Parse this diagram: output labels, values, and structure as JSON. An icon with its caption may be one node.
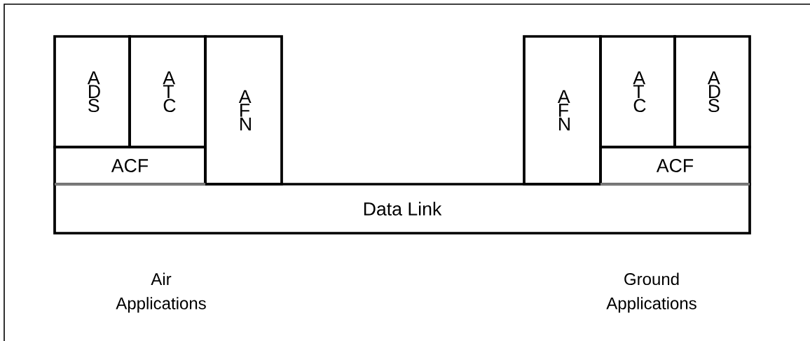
{
  "diagram": {
    "nodes": [
      {
        "text": [
          "A D S"
        ]
      },
      {
        "text": [
          "A T C"
        ]
      },
      {
        "text": [
          "ACF"
        ]
      },
      {
        "text": [
          "A F N"
        ]
      },
      {
        "text": [
          "Data Link"
        ]
      },
      {
        "text": [
          "A F N"
        ]
      },
      {
        "text": [
          "A T C"
        ]
      },
      {
        "text": [
          "A D S"
        ]
      },
      {
        "text": [
          "ACF"
        ]
      }
    ],
    "labels": [
      "Air Applications",
      "Ground Applications"
    ]
  }
}
